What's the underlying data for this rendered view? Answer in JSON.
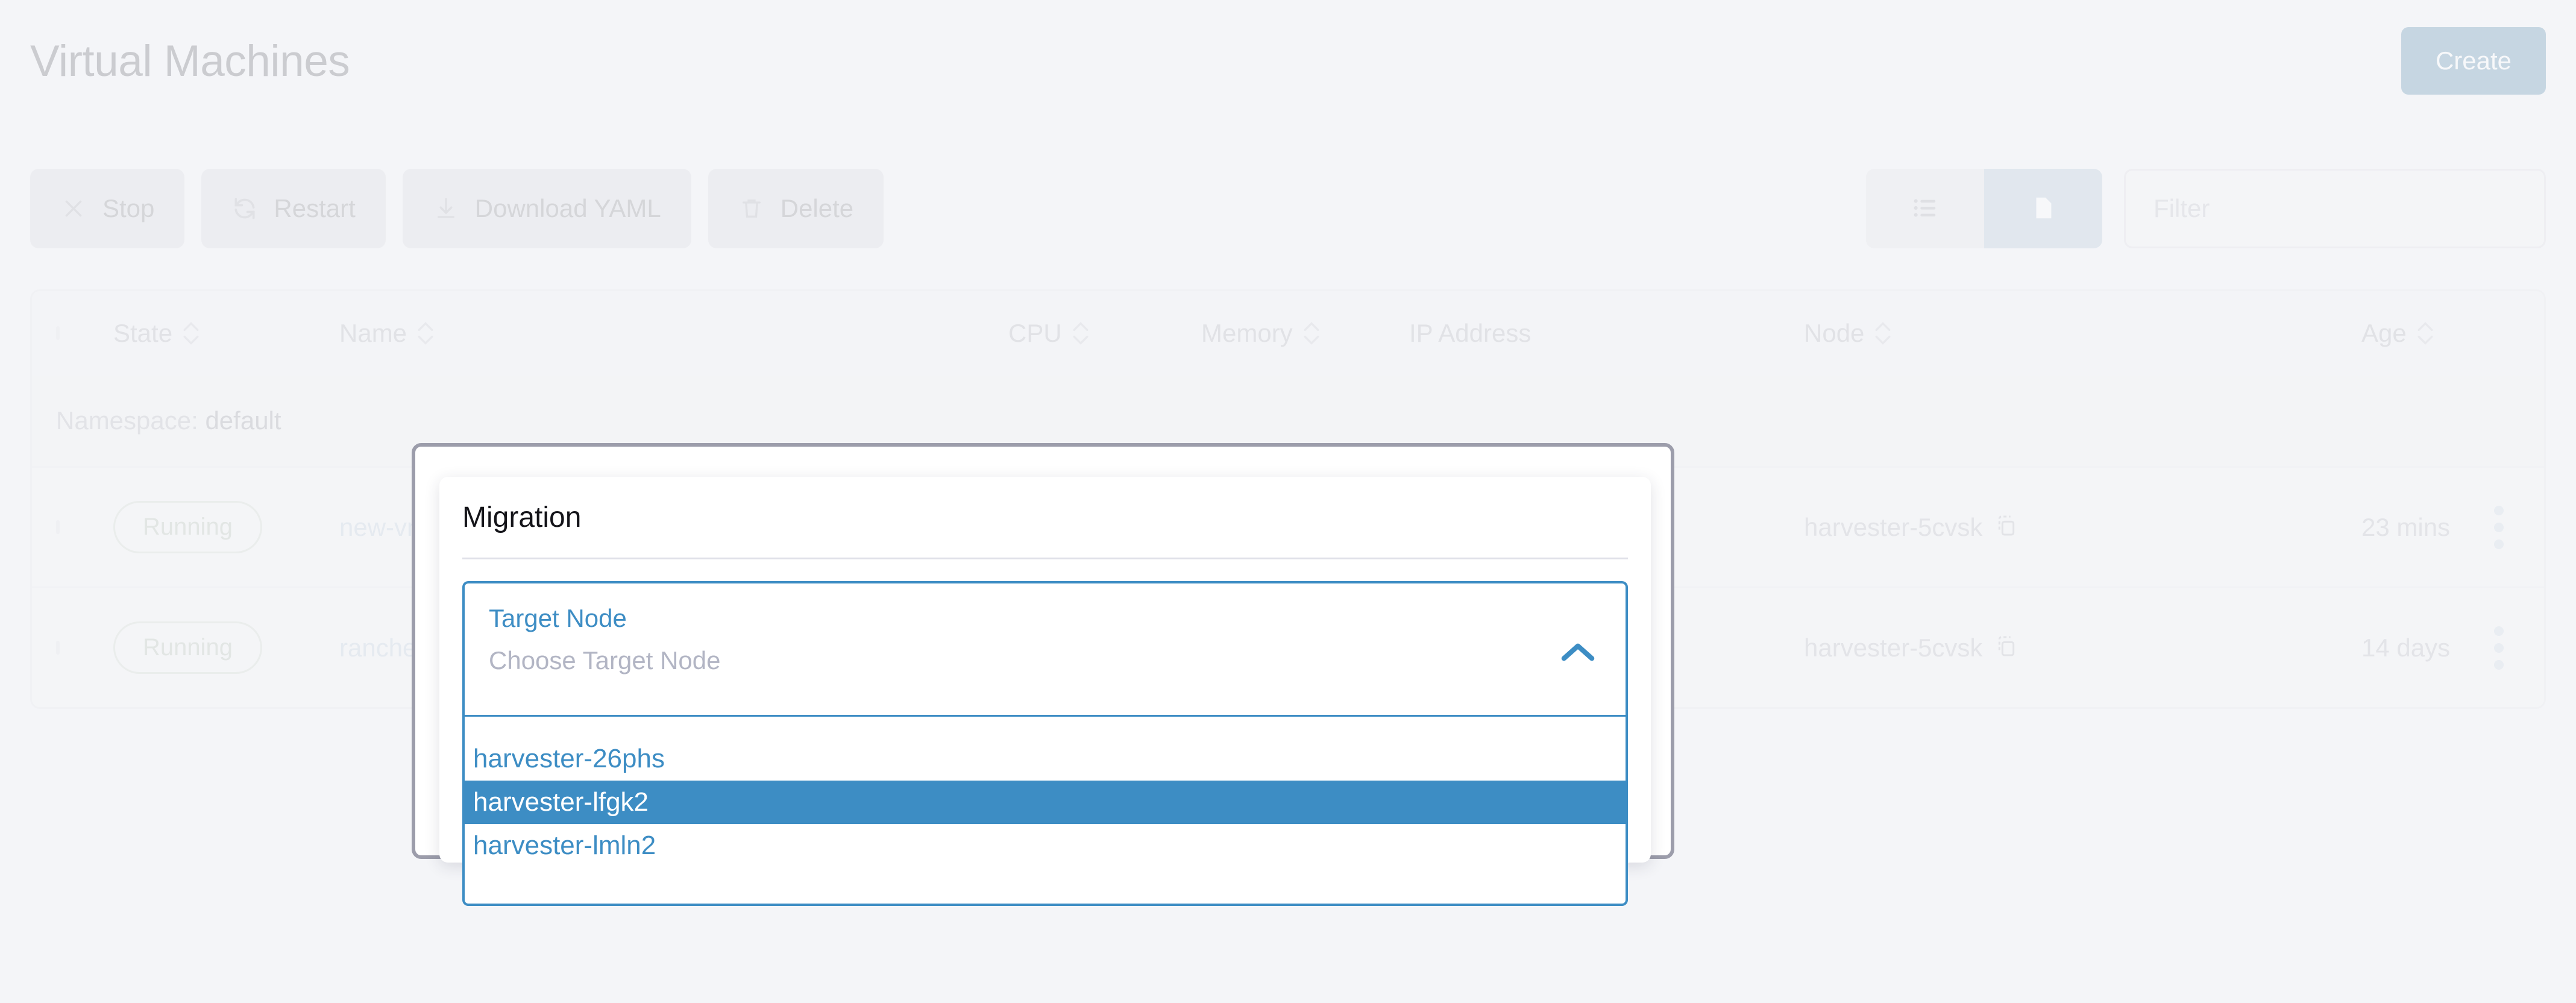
{
  "header": {
    "title": "Virtual Machines",
    "create_label": "Create"
  },
  "toolbar": {
    "actions": [
      {
        "label": "Stop",
        "icon": "close-icon"
      },
      {
        "label": "Restart",
        "icon": "refresh-icon"
      },
      {
        "label": "Download YAML",
        "icon": "download-icon"
      },
      {
        "label": "Delete",
        "icon": "trash-icon"
      }
    ],
    "view_toggle": [
      {
        "icon": "list-view-icon",
        "active": false
      },
      {
        "icon": "group-view-icon",
        "active": true
      }
    ],
    "filter_placeholder": "Filter"
  },
  "table": {
    "columns": [
      {
        "label": "State",
        "sortable": true
      },
      {
        "label": "Name",
        "sortable": true
      },
      {
        "label": "CPU",
        "sortable": true
      },
      {
        "label": "Memory",
        "sortable": true
      },
      {
        "label": "IP Address",
        "sortable": false
      },
      {
        "label": "Node",
        "sortable": true
      },
      {
        "label": "Age",
        "sortable": true
      }
    ],
    "group_label_prefix": "Namespace:",
    "group_label_value": "default",
    "rows": [
      {
        "state": "Running",
        "name": "new-vm",
        "cpu": "",
        "memory": "",
        "ip": "",
        "node": "harvester-5cvsk",
        "age": "23 mins"
      },
      {
        "state": "Running",
        "name": "rancher",
        "cpu": "",
        "memory": "",
        "ip": "",
        "node": "harvester-5cvsk",
        "age": "14 days"
      }
    ]
  },
  "modal": {
    "title": "Migration",
    "select": {
      "label": "Target Node",
      "placeholder": "Choose Target Node",
      "expanded": true,
      "chevron_icon": "chevron-up-icon",
      "options": [
        {
          "label": "harvester-26phs",
          "selected": false
        },
        {
          "label": "harvester-lfgk2",
          "selected": true
        },
        {
          "label": "harvester-lmln2",
          "selected": false
        }
      ]
    }
  },
  "colors": {
    "accent_blue": "#3d8dc4",
    "create_button": "#3d98d4",
    "page_background": "#f4f5f8",
    "status_running_border": "#cfdfcc"
  }
}
